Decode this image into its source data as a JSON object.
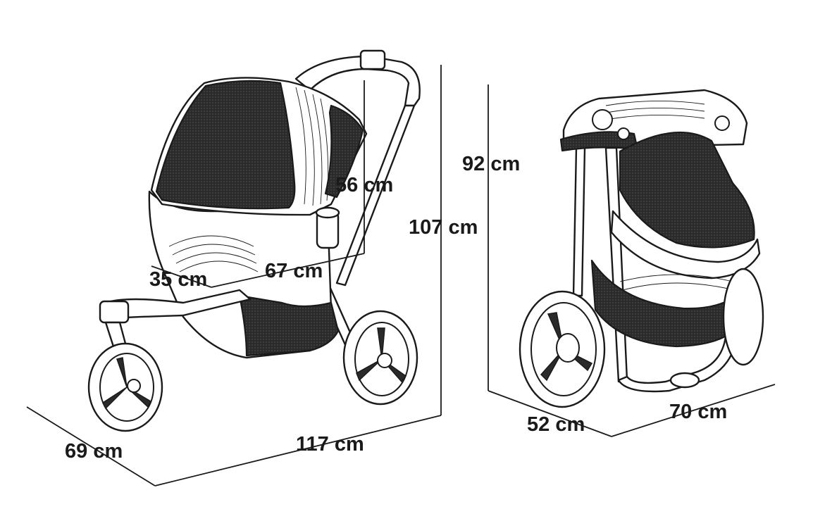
{
  "dimensions": {
    "unfolded": {
      "height_total": "107 cm",
      "length": "117 cm",
      "width": "69 cm",
      "cabin_height": "56 cm",
      "cabin_length": "67 cm",
      "cabin_width": "35 cm"
    },
    "folded": {
      "height": "92 cm",
      "width": "52 cm",
      "length": "70 cm"
    }
  },
  "colors": {
    "line": "#1a1a1a",
    "mesh": "#1f1f1f",
    "background": "#ffffff"
  }
}
